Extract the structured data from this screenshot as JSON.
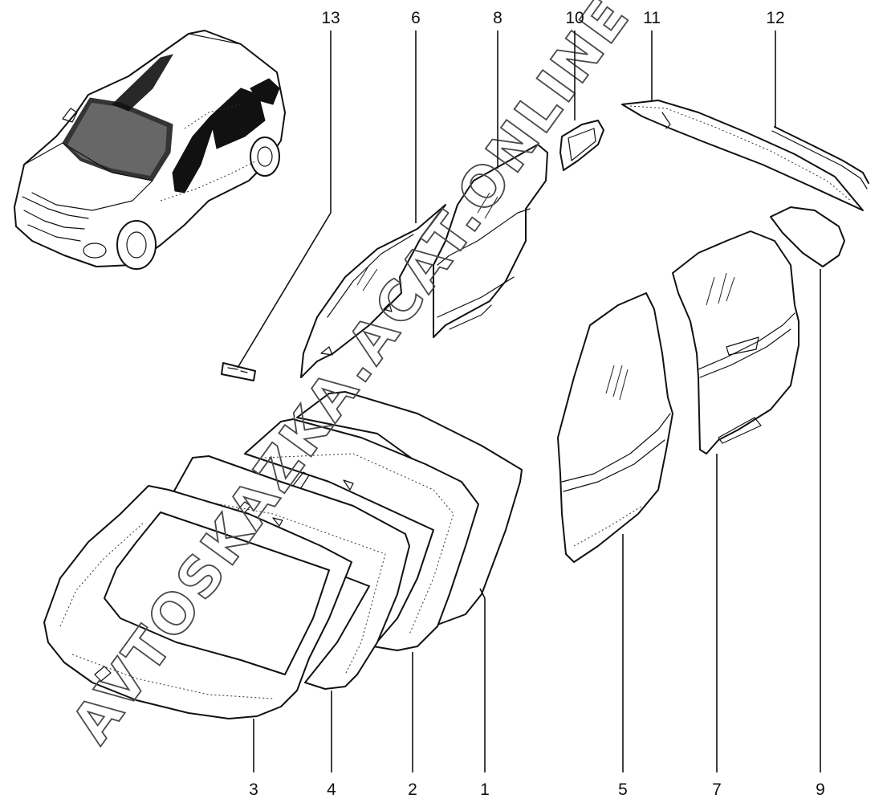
{
  "diagram": {
    "callouts": [
      {
        "id": "1",
        "label": "1"
      },
      {
        "id": "2",
        "label": "2"
      },
      {
        "id": "3",
        "label": "3"
      },
      {
        "id": "4",
        "label": "4"
      },
      {
        "id": "5",
        "label": "5"
      },
      {
        "id": "6",
        "label": "6"
      },
      {
        "id": "7",
        "label": "7"
      },
      {
        "id": "8",
        "label": "8"
      },
      {
        "id": "9",
        "label": "9"
      },
      {
        "id": "10",
        "label": "10"
      },
      {
        "id": "11",
        "label": "11"
      },
      {
        "id": "12",
        "label": "12"
      },
      {
        "id": "13",
        "label": "13"
      }
    ],
    "watermark": "AVTOSKAZKA.ACAT.ONLINE"
  }
}
